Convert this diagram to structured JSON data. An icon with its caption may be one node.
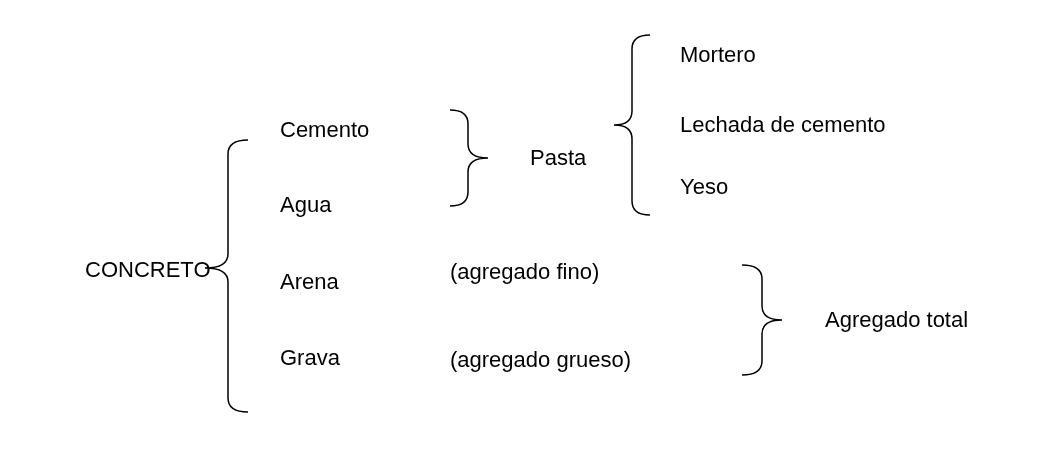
{
  "diagram": {
    "labels": [
      "CONCRETO",
      "Cemento",
      "Agua",
      "Pasta",
      "Mortero",
      "Lechada de cemento",
      "Yeso",
      "Arena",
      "(agregado fino)",
      "Grava",
      "(agregado grueso)",
      "Agregado total"
    ]
  }
}
